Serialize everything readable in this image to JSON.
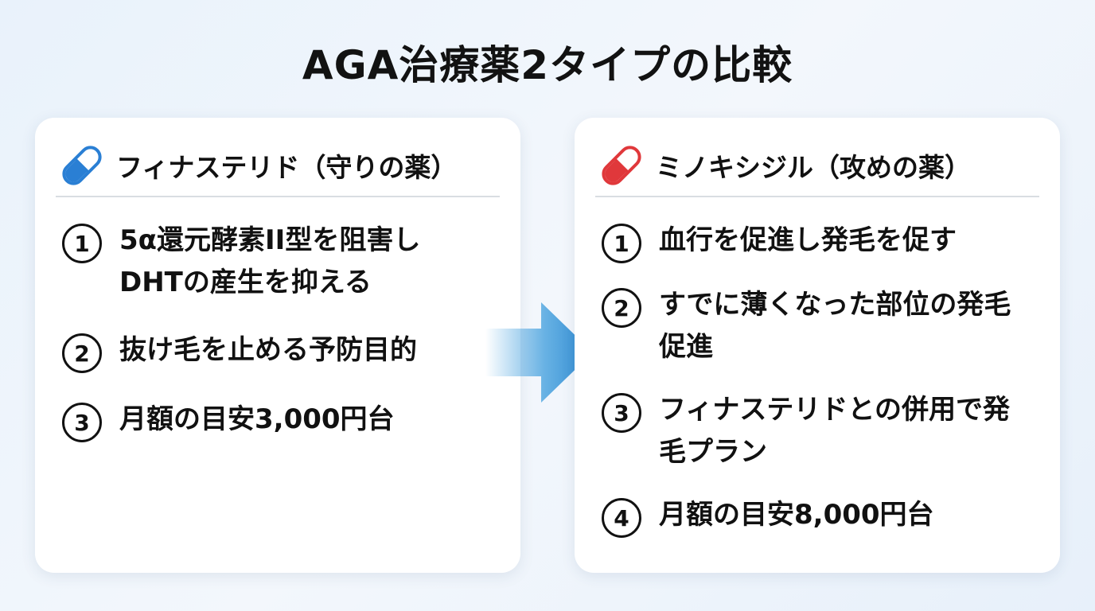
{
  "title": "AGA治療薬2タイプの比較",
  "left_card": {
    "icon": "blue-capsule-icon",
    "color": "#2a7fd4",
    "title": "フィナステリド（守りの薬）",
    "items": [
      {
        "num": "1",
        "text": "5α還元酵素II型を阻害しDHTの産生を抑える"
      },
      {
        "num": "2",
        "text": "抜け毛を止める予防目的"
      },
      {
        "num": "3",
        "text": "月額の目安3,000円台"
      }
    ]
  },
  "right_card": {
    "icon": "red-capsule-icon",
    "color": "#e0383b",
    "title": "ミノキシジル（攻めの薬）",
    "items": [
      {
        "num": "1",
        "text": "血行を促進し発毛を促す"
      },
      {
        "num": "2",
        "text": "すでに薄くなった部位の発毛促進"
      },
      {
        "num": "3",
        "text": "フィナステリドとの併用で発毛プラン"
      },
      {
        "num": "4",
        "text": "月額の目安8,000円台"
      }
    ]
  },
  "arrow_color": "#3a9bdc"
}
